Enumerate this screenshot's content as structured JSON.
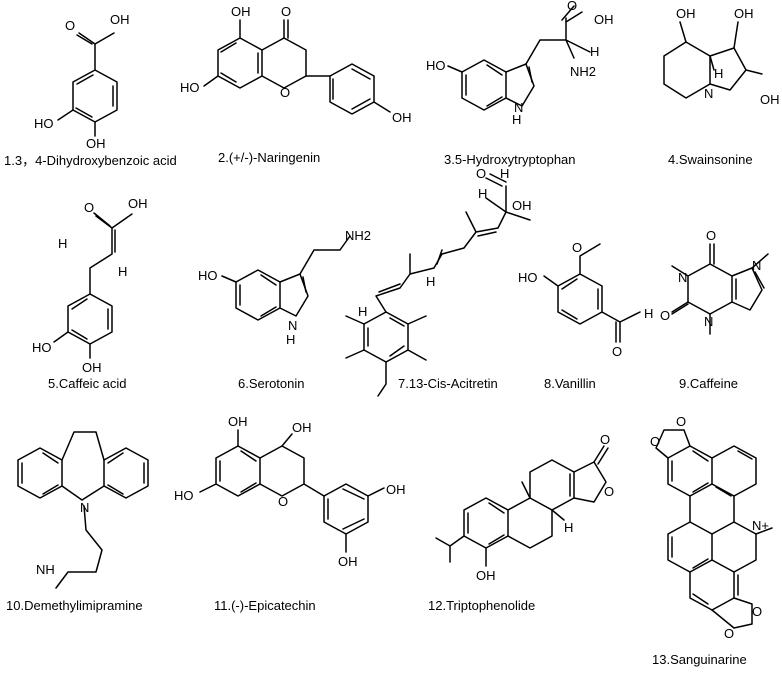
{
  "compounds": [
    {
      "caption": "1.3，4-Dihydroxybenzoic acid"
    },
    {
      "caption": "2.(+/-)-Naringenin"
    },
    {
      "caption": "3.5-Hydroxytryptophan"
    },
    {
      "caption": "4.Swainsonine"
    },
    {
      "caption": "5.Caffeic acid"
    },
    {
      "caption": "6.Serotonin"
    },
    {
      "caption": "7.13-Cis-Acitretin"
    },
    {
      "caption": "8.Vanillin"
    },
    {
      "caption": "9.Caffeine"
    },
    {
      "caption": "10.Demethylimipramine"
    },
    {
      "caption": "11.(-)-Epicatechin"
    },
    {
      "caption": "12.Triptophenolide"
    },
    {
      "caption": "13.Sanguinarine"
    }
  ],
  "labels": {
    "oh": "OH",
    "ho": "HO",
    "o": "O",
    "nh2": "NH2",
    "h": "H",
    "nh": "NH",
    "n": "N",
    "np": "N+"
  }
}
